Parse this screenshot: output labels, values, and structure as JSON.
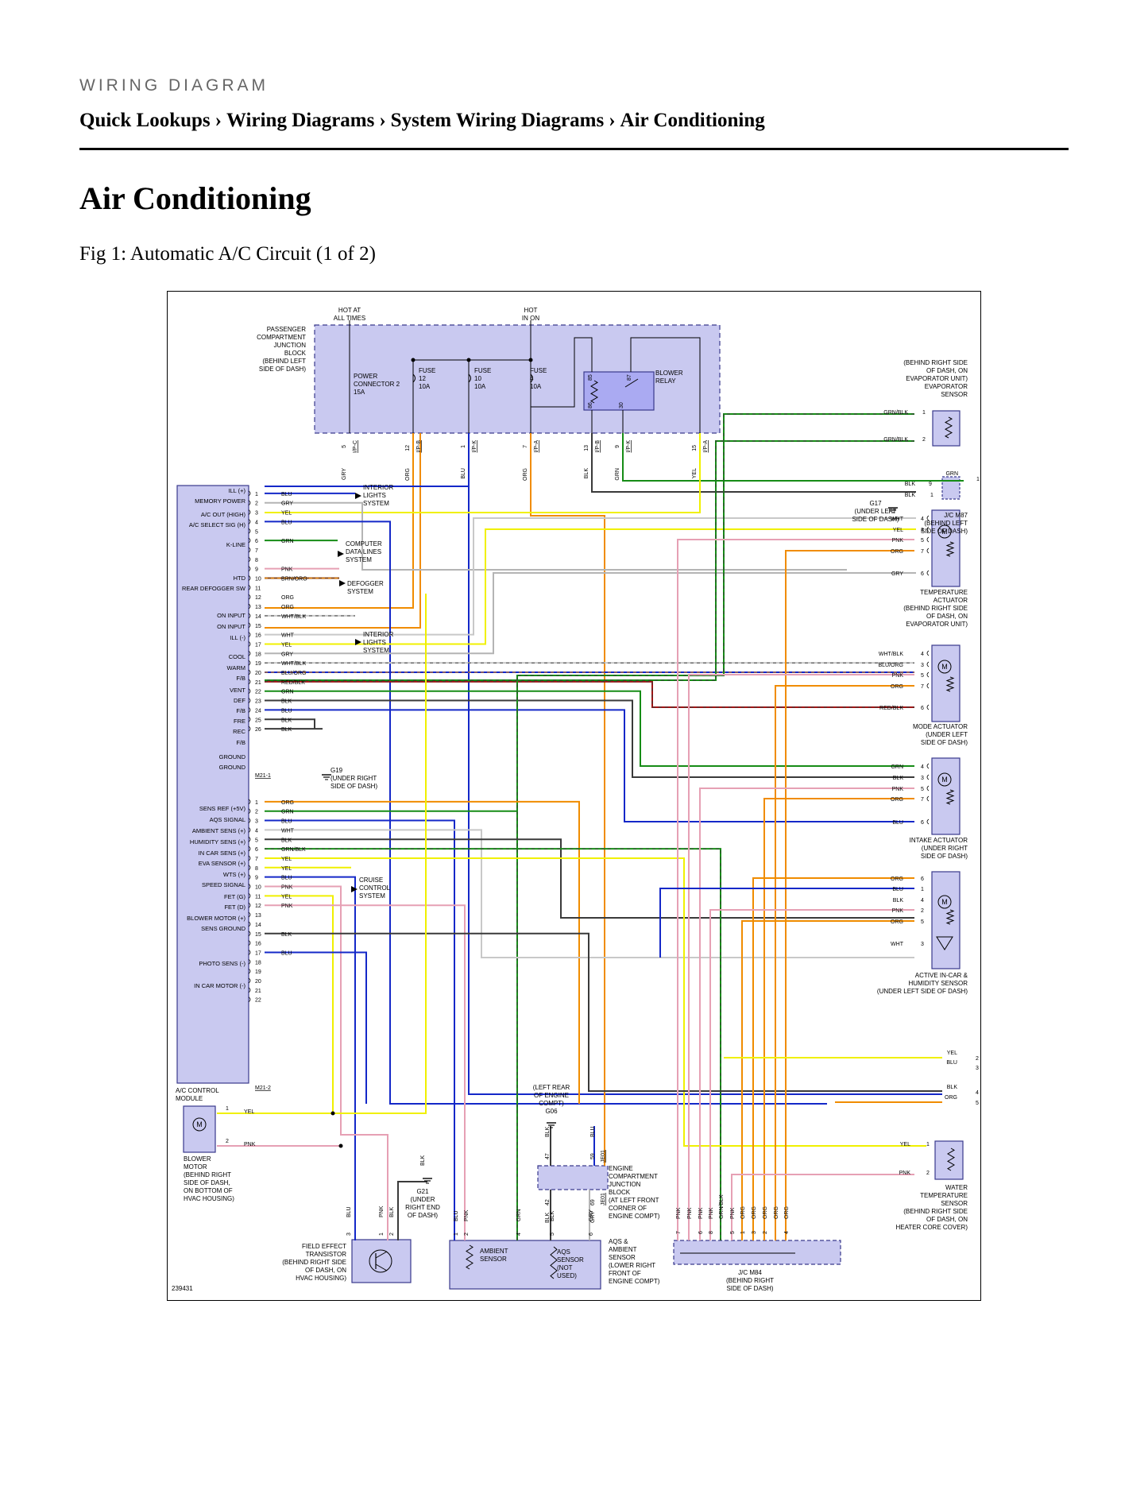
{
  "header": {
    "kicker": "WIRING DIAGRAM",
    "breadcrumb": [
      "Quick Lookups",
      "Wiring Diagrams",
      "System Wiring Diagrams",
      "Air Conditioning"
    ],
    "breadcrumb_separator": "›"
  },
  "page_title": "Air Conditioning",
  "figure": {
    "caption": "Fig 1: Automatic A/C Circuit (1 of 2)",
    "figure_number": "239431",
    "junction_block": {
      "label": [
        "PASSENGER",
        "COMPARTMENT",
        "JUNCTION",
        "BLOCK",
        "(BEHIND LEFT",
        "SIDE OF DASH)"
      ],
      "hot_at_all_times": [
        "HOT AT",
        "ALL TIMES"
      ],
      "hot_in_on": [
        "HOT",
        "IN ON"
      ],
      "power_connector": [
        "POWER",
        "CONNECTOR 2",
        "15A"
      ],
      "fuses": [
        [
          "FUSE",
          "12",
          "10A"
        ],
        [
          "FUSE",
          "10",
          "10A"
        ],
        [
          "FUSE",
          "4",
          "10A"
        ]
      ],
      "blower_relay": [
        "BLOWER",
        "RELAY"
      ],
      "relay_pins": [
        "85",
        "87",
        "86",
        "30"
      ],
      "connectors": [
        {
          "pin": "5",
          "conn": "I/P-C",
          "color": "GRY"
        },
        {
          "pin": "12",
          "conn": "I/P-B",
          "color": "ORG"
        },
        {
          "pin": "1",
          "conn": "I/P-K",
          "color": "BLU"
        },
        {
          "pin": "7",
          "conn": "I/P-A",
          "color": "ORG"
        },
        {
          "pin": "13",
          "conn": "I/P-B",
          "color": "BLK"
        },
        {
          "pin": "9",
          "conn": "I/P-K",
          "color": "GRN"
        },
        {
          "pin": "15",
          "conn": "I/P-A",
          "color": "YEL"
        }
      ]
    },
    "module": {
      "name": [
        "A/C CONTROL",
        "MODULE"
      ],
      "connector1": "M21-1",
      "connector2": "M21-2",
      "functions1": [
        "ILL (+)",
        "MEMORY POWER",
        "A/C OUT (HIGH)",
        "A/C SELECT SIG (H)",
        "K-LINE",
        "HTD",
        "REAR DEFOGGER SW",
        "ON INPUT",
        "ON INPUT",
        "ILL (-)",
        "COOL",
        "WARM",
        "F/B",
        "VENT",
        "DEF",
        "F/B",
        "FRE",
        "REC",
        "F/B",
        "GROUND",
        "GROUND"
      ],
      "functions2": [
        "SENS REF (+5V)",
        "AQS SIGNAL",
        "AMBIENT SENS (+)",
        "HUMIDITY SENS (+)",
        "IN CAR SENS (+)",
        "EVA SENSOR (+)",
        "WTS (+)",
        "SPEED SIGNAL",
        "FET (G)",
        "FET (D)",
        "BLOWER MOTOR (+)",
        "SENS GROUND",
        "PHOTO SENS (-)",
        "IN CAR MOTOR (-)"
      ],
      "wires1": [
        "BLU",
        "GRY",
        "YEL",
        "BLU",
        "",
        "GRN",
        "",
        "",
        "PNK",
        "BRN/ORG",
        "",
        "ORG",
        "ORG",
        "WHT/BLK",
        "",
        "WHT",
        "YEL",
        "GRY",
        "WHT/BLK",
        "BLU/ORG",
        "RED/BLK",
        "GRN",
        "BLK",
        "BLU",
        "BLK",
        "BLK"
      ],
      "wires2": [
        "ORG",
        "GRN",
        "BLU",
        "WHT",
        "BLK",
        "GRN/BLK",
        "YEL",
        "YEL",
        "BLU",
        "PNK",
        "YEL",
        "PNK",
        "",
        "",
        "BLK",
        "",
        "BLU",
        "",
        "",
        "",
        "",
        ""
      ]
    },
    "callouts": {
      "interior_lights_1": [
        "INTERIOR",
        "LIGHTS",
        "SYSTEM"
      ],
      "computer_data": [
        "COMPUTER",
        "DATA LINES",
        "SYSTEM"
      ],
      "defogger": [
        "DEFOGGER",
        "SYSTEM"
      ],
      "interior_lights_2": [
        "INTERIOR",
        "LIGHTS",
        "SYSTEM"
      ],
      "cruise": [
        "CRUISE",
        "CONTROL",
        "SYSTEM"
      ],
      "g19": [
        "G19",
        "(UNDER RIGHT",
        "SIDE OF DASH)"
      ]
    },
    "components": {
      "evaporator_sensor": [
        "(BEHIND RIGHT SIDE",
        "OF DASH, ON",
        "EVAPORATOR UNIT)",
        "EVAPORATOR",
        "SENSOR"
      ],
      "evaporator_pins": [
        {
          "color": "GRN/BLK",
          "pin": "1"
        },
        {
          "color": "GRN/BLK",
          "pin": "2"
        }
      ],
      "jc_m87": [
        "J/C M87",
        "(BEHIND LEFT",
        "SIDE OF DASH)"
      ],
      "jc_m87_pins": [
        {
          "color": "BLK",
          "pin": "9"
        },
        {
          "color": "BLK",
          "pin": "1"
        }
      ],
      "g17": [
        "G17",
        "(UNDER LEFT",
        "SIDE OF DASH)"
      ],
      "grn_top": {
        "color": "GRN",
        "pin": "1"
      },
      "temperature_actuator": [
        "TEMPERATURE",
        "ACTUATOR",
        "(BEHIND RIGHT SIDE",
        "OF DASH, ON",
        "EVAPORATOR UNIT)"
      ],
      "temperature_pins": [
        {
          "color": "WHT",
          "pin": "4"
        },
        {
          "color": "YEL",
          "pin": "3"
        },
        {
          "color": "PNK",
          "pin": "5"
        },
        {
          "color": "ORG",
          "pin": "7"
        },
        {
          "color": "GRY",
          "pin": "6"
        }
      ],
      "mode_actuator": [
        "MODE ACTUATOR",
        "(UNDER LEFT",
        "SIDE OF DASH)"
      ],
      "mode_pins": [
        {
          "color": "WHT/BLK",
          "pin": "4"
        },
        {
          "color": "BLU/ORG",
          "pin": "3"
        },
        {
          "color": "PNK",
          "pin": "5"
        },
        {
          "color": "ORG",
          "pin": "7"
        },
        {
          "color": "RED/BLK",
          "pin": "6"
        }
      ],
      "intake_actuator": [
        "INTAKE ACTUATOR",
        "(UNDER RIGHT",
        "SIDE OF DASH)"
      ],
      "intake_pins": [
        {
          "color": "GRN",
          "pin": "4"
        },
        {
          "color": "BLK",
          "pin": "3"
        },
        {
          "color": "PNK",
          "pin": "5"
        },
        {
          "color": "ORG",
          "pin": "7"
        },
        {
          "color": "BLU",
          "pin": "6"
        }
      ],
      "incar_sensor": [
        "ACTIVE IN-CAR &",
        "HUMIDITY SENSOR",
        "(UNDER LEFT SIDE OF DASH)"
      ],
      "incar_pins": [
        {
          "color": "ORG",
          "pin": "6"
        },
        {
          "color": "BLU",
          "pin": "1"
        },
        {
          "color": "BLK",
          "pin": "4"
        },
        {
          "color": "PNK",
          "pin": "2"
        },
        {
          "color": "ORG",
          "pin": "5"
        },
        {
          "color": "WHT",
          "pin": "3"
        }
      ],
      "right_exits": [
        {
          "color": "YEL",
          "pin": "2"
        },
        {
          "color": "BLU",
          "pin": "3"
        },
        {
          "color": "BLK",
          "pin": "4"
        },
        {
          "color": "ORG",
          "pin": "5"
        }
      ],
      "water_temp_sensor": [
        "WATER",
        "TEMPERATURE",
        "SENSOR",
        "(BEHIND RIGHT SIDE",
        "OF DASH, ON",
        "HEATER CORE COVER)"
      ],
      "water_pins": [
        {
          "color": "YEL",
          "pin": "1"
        },
        {
          "color": "PNK",
          "pin": "2"
        }
      ],
      "blower_motor": [
        "BLOWER",
        "MOTOR",
        "(BEHIND RIGHT",
        "SIDE OF DASH,",
        "ON BOTTOM OF",
        "HVAC HOUSING)"
      ],
      "blower_pins": [
        {
          "color": "YEL",
          "pin": "1"
        },
        {
          "color": "PNK",
          "pin": "2"
        }
      ],
      "fet": [
        "FIELD EFFECT",
        "TRANSISTOR",
        "(BEHIND RIGHT SIDE",
        "OF DASH, ON",
        "HVAC HOUSING)"
      ],
      "fet_pins": [
        {
          "color": "BLU",
          "pin": "3"
        },
        {
          "color": "PNK",
          "pin": "1"
        },
        {
          "color": "BLK",
          "pin": "2"
        }
      ],
      "g21": [
        "G21",
        "(UNDER",
        "RIGHT END",
        "OF DASH)"
      ],
      "g21_wire": "BLK",
      "g06": [
        "(LEFT REAR",
        "OF ENGINE",
        "COMPT)",
        "G06"
      ],
      "engine_jb": [
        "ENGINE",
        "COMPARTMENT",
        "JUNCTION",
        "BLOCK",
        "(AT LEFT FRONT",
        "CORNER OF",
        "ENGINE COMPT)"
      ],
      "engine_jb_top": [
        {
          "color": "BLK",
          "pin": "47"
        },
        {
          "color": "BLU",
          "pin": "59",
          "conn": "JE01"
        }
      ],
      "engine_jb_bottom": [
        {
          "color": "BLK",
          "pin": "42"
        },
        {
          "color": "GRY",
          "pin": "69",
          "conn": "JE01"
        }
      ],
      "ambient_sensor": [
        "AMBIENT",
        "SENSOR"
      ],
      "aqs_sensor": [
        "AQS",
        "SENSOR",
        "(NOT",
        "USED)"
      ],
      "aqs_ambient": [
        "AQS &",
        "AMBIENT",
        "SENSOR",
        "(LOWER RIGHT",
        "FRONT OF",
        "ENGINE COMPT)"
      ],
      "aqs_pins": [
        {
          "color": "BLU",
          "pin": "1"
        },
        {
          "color": "PNK",
          "pin": "2"
        },
        {
          "color": "GRN",
          "pin": "4"
        },
        {
          "color": "BLK",
          "pin": "5"
        },
        {
          "color": "GRY",
          "pin": "6"
        }
      ],
      "jc_m84": [
        "J/C M84",
        "(BEHIND RIGHT",
        "SIDE OF DASH)"
      ],
      "jc_m84_pins": [
        {
          "color": "PNK",
          "pin": "7"
        },
        {
          "color": "PNK",
          "pin": ""
        },
        {
          "color": "PNK",
          "pin": "6"
        },
        {
          "color": "PNK",
          "pin": "8"
        },
        {
          "color": "GRN/BLK",
          "pin": ""
        },
        {
          "color": "PNK",
          "pin": "5"
        },
        {
          "color": "ORG",
          "pin": "1"
        },
        {
          "color": "ORG",
          "pin": "3"
        },
        {
          "color": "ORG",
          "pin": "2"
        },
        {
          "color": "ORG",
          "pin": ""
        },
        {
          "color": "ORG",
          "pin": "4"
        }
      ]
    }
  },
  "colors": {
    "component_fill": "#c9c9f0",
    "component_stroke": "#3a3a8c",
    "BLU": "#1428c8",
    "GRY": "#b4b4b4",
    "YEL": "#f0f000",
    "GRN": "#168c16",
    "PNK": "#e6a0b4",
    "ORG": "#f08c00",
    "BLK": "#3a3a3a",
    "WHT": "#c8c8c8",
    "RED": "#a01414",
    "BRN": "#8b4513"
  }
}
